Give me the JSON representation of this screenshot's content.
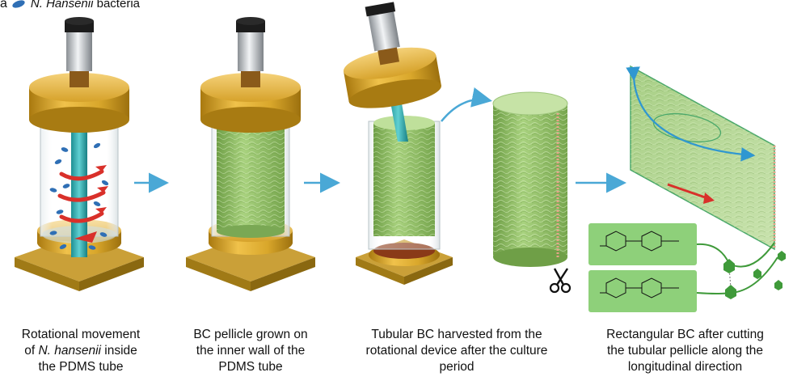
{
  "panel_letter": "a",
  "legend": {
    "species": "N. Hansenii",
    "word": "bacteria"
  },
  "captions": {
    "step1": {
      "line1": "Rotational movement",
      "line2_prefix": "of ",
      "line2_species": "N. hansenii",
      "line2_suffix": " inside",
      "line3": "the PDMS tube"
    },
    "step2": {
      "line1": "BC pellicle grown on",
      "line2": "the inner wall of the",
      "line3": "PDMS tube"
    },
    "step3": {
      "line1": "Tubular BC harvested from the",
      "line2": "rotational device after the culture",
      "line3": "period"
    },
    "step4": {
      "line1": "Rectangular BC after cutting",
      "line2": "the tubular pellicle along the",
      "line3": "longitudinal direction"
    }
  },
  "colors": {
    "gold": "#d9a72b",
    "gold_dark": "#a87b12",
    "cellulose_green": "#8fbf63",
    "process_arrow": "#4aa8d6",
    "bacteria_blue": "#2f6fb5",
    "hexagon_green": "#3f9a3a",
    "red_arrow": "#d9302a"
  },
  "icons": [
    "scissors-icon"
  ]
}
